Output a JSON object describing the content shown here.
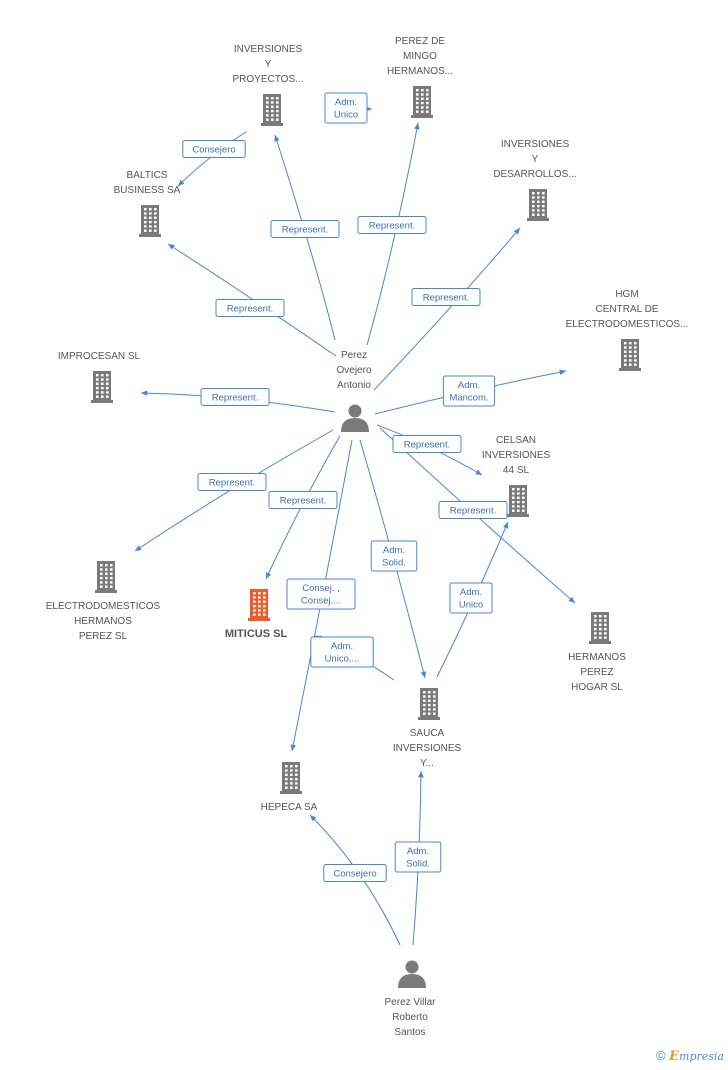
{
  "colors": {
    "edge": "#4a86d4",
    "company_icon": "#7a7a7a",
    "focus_icon": "#f05a28",
    "person_icon": "#7a7a7a",
    "label_text": "#555555",
    "edge_text": "#3a6fb5"
  },
  "nodes": [
    {
      "id": "perez_ovejero",
      "kind": "person",
      "lines": [
        "Perez",
        "Ovejero",
        "Antonio"
      ]
    },
    {
      "id": "inversiones_proyectos",
      "kind": "company",
      "lines": [
        "INVERSIONES",
        "Y",
        "PROYECTOS..."
      ]
    },
    {
      "id": "perez_de_mingo",
      "kind": "company",
      "lines": [
        "PEREZ DE",
        "MINGO",
        "HERMANOS..."
      ]
    },
    {
      "id": "baltics",
      "kind": "company",
      "lines": [
        "BALTICS",
        "BUSINESS SA"
      ]
    },
    {
      "id": "inversiones_desarrollos",
      "kind": "company",
      "lines": [
        "INVERSIONES",
        "Y",
        "DESARROLLOS..."
      ]
    },
    {
      "id": "hgm",
      "kind": "company",
      "lines": [
        "HGM",
        "CENTRAL DE",
        "ELECTRODOMESTICOS..."
      ]
    },
    {
      "id": "improcesan",
      "kind": "company",
      "lines": [
        "IMPROCESAN SL"
      ]
    },
    {
      "id": "celsan",
      "kind": "company",
      "lines": [
        "CELSAN",
        "INVERSIONES",
        "44 SL"
      ]
    },
    {
      "id": "electrodomesticos",
      "kind": "company",
      "lines": [
        "ELECTRODOMESTICOS",
        "HERMANOS",
        "PEREZ SL"
      ]
    },
    {
      "id": "miticus",
      "kind": "focus",
      "lines": [
        "MITICUS SL"
      ]
    },
    {
      "id": "hermanos_perez",
      "kind": "company",
      "lines": [
        "HERMANOS",
        "PEREZ",
        "HOGAR SL"
      ]
    },
    {
      "id": "sauca",
      "kind": "company",
      "lines": [
        "SAUCA",
        "INVERSIONES",
        "Y..."
      ]
    },
    {
      "id": "hepeca",
      "kind": "company",
      "lines": [
        "HEPECA SA"
      ]
    },
    {
      "id": "perez_villar",
      "kind": "person",
      "lines": [
        "Perez Villar",
        "Roberto",
        "Santos"
      ]
    }
  ],
  "edges": [
    {
      "from": "perez_ovejero",
      "to": "inversiones_proyectos",
      "label": [
        "Represent."
      ]
    },
    {
      "from": "perez_ovejero",
      "to": "perez_de_mingo",
      "label": [
        "Represent."
      ]
    },
    {
      "from": "inversiones_proyectos",
      "to": "perez_de_mingo",
      "label": [
        "Adm.",
        "Unico"
      ]
    },
    {
      "from": "inversiones_proyectos",
      "to": "baltics",
      "label": [
        "Consejero"
      ]
    },
    {
      "from": "perez_ovejero",
      "to": "baltics",
      "label": [
        "Represent."
      ]
    },
    {
      "from": "perez_ovejero",
      "to": "inversiones_desarrollos",
      "label": [
        "Represent."
      ]
    },
    {
      "from": "perez_ovejero",
      "to": "hgm",
      "label": [
        "Adm.",
        "Mancom."
      ]
    },
    {
      "from": "perez_ovejero",
      "to": "improcesan",
      "label": [
        "Represent."
      ]
    },
    {
      "from": "perez_ovejero",
      "to": "celsan",
      "label": [
        "Represent."
      ]
    },
    {
      "from": "perez_ovejero",
      "to": "electrodomesticos",
      "label": [
        "Represent."
      ]
    },
    {
      "from": "perez_ovejero",
      "to": "miticus",
      "label": [
        "Represent."
      ]
    },
    {
      "from": "perez_ovejero",
      "to": "hermanos_perez",
      "label": [
        "Represent."
      ]
    },
    {
      "from": "perez_ovejero",
      "to": "hepeca",
      "label": [
        "Consej. ,",
        "Consej...."
      ]
    },
    {
      "from": "perez_ovejero",
      "to": "sauca",
      "label": [
        "Adm.",
        "Solid."
      ]
    },
    {
      "from": "sauca",
      "to": "celsan",
      "label": [
        "Adm.",
        "Unico"
      ]
    },
    {
      "from": "sauca",
      "to": "miticus",
      "label": [
        "Adm.",
        "Unico,..."
      ]
    },
    {
      "from": "perez_villar",
      "to": "hepeca",
      "label": [
        "Consejero"
      ]
    },
    {
      "from": "perez_villar",
      "to": "sauca",
      "label": [
        "Adm.",
        "Solid."
      ]
    }
  ],
  "watermark": {
    "copyright": "©",
    "brand_first": "E",
    "brand_rest": "mpresia"
  }
}
